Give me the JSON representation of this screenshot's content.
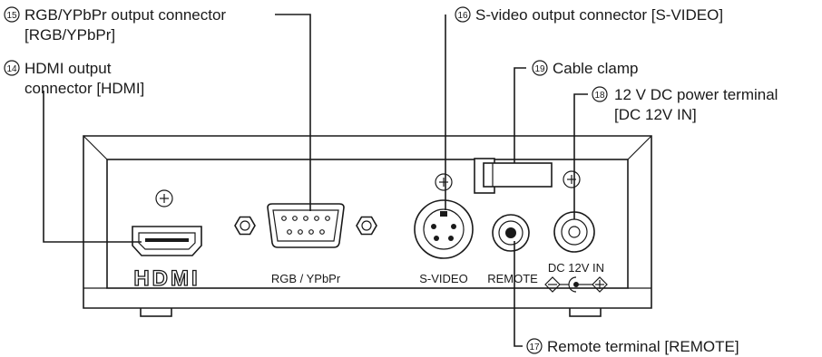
{
  "callouts": {
    "c15": {
      "badge": "15",
      "line1": "RGB/YPbPr output connector",
      "line2": "[RGB/YPbPr]"
    },
    "c14": {
      "badge": "14",
      "line1": "HDMI output",
      "line2": "connector [HDMI]"
    },
    "c16": {
      "badge": "16",
      "line1": "S-video output connector [S-VIDEO]"
    },
    "c19": {
      "badge": "19",
      "line1": "Cable clamp"
    },
    "c18": {
      "badge": "18",
      "line1": "12 V DC power terminal",
      "line2": "[DC 12V IN]"
    },
    "c17": {
      "badge": "17",
      "line1": "Remote terminal [REMOTE]"
    }
  },
  "panel": {
    "hdmi_logo": "HDMI",
    "rgb_label": "RGB / YPbPr",
    "svideo_label": "S-VIDEO",
    "remote_label": "REMOTE",
    "dc_label": "DC 12V IN"
  },
  "icons": {
    "screw": "screw-icon",
    "polarity": "dc-polarity-icon"
  }
}
